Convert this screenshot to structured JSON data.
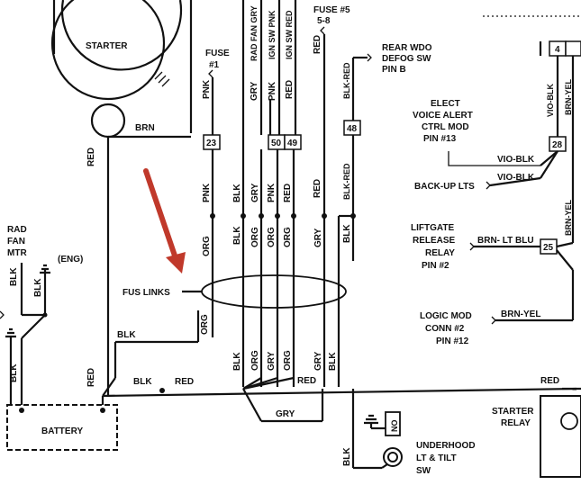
{
  "components": {
    "starter": "STARTER",
    "battery": "BATTERY",
    "starter_relay": [
      "STARTER",
      "RELAY"
    ],
    "rad_fan_mtr": [
      "RAD",
      "FAN",
      "MTR"
    ],
    "eng_ground": "(ENG)",
    "fuse1": [
      "FUSE",
      "#1"
    ],
    "fuse5": [
      "FUSE #5",
      "5-8"
    ],
    "fus_links": "FUS LINKS",
    "rear_wdo": [
      "REAR WDO",
      "DEFOG SW",
      "PIN B"
    ],
    "elect_voice": [
      "ELECT",
      "VOICE ALERT",
      "CTRL MOD",
      "PIN #13"
    ],
    "backup_lts": "BACK-UP LTS",
    "liftgate": [
      "LIFTGATE",
      "RELEASE",
      "RELAY",
      "PIN #2"
    ],
    "logic_mod": [
      "LOGIC MOD",
      "CONN #2",
      "PIN #12"
    ],
    "underhood": [
      "UNDERHOOD",
      "LT & TILT",
      "SW"
    ],
    "no_label": "NO"
  },
  "connectors": [
    "23",
    "50",
    "49",
    "48",
    "28",
    "25",
    "4"
  ],
  "wire_labels": {
    "brn": "BRN",
    "red": "RED",
    "blk": "BLK",
    "pnk": "PNK",
    "org": "ORG",
    "gry": "GRY",
    "blk_red": "BLK-RED",
    "rad_fan_gry": "RAD FAN GRY",
    "ign_sw_pnk": "IGN SW PNK",
    "ign_sw_red": "IGN SW RED",
    "vio_blk": "VIO-BLK",
    "brn_yel": "BRN-YEL",
    "brn_lt_blu": "BRN- LT BLU"
  },
  "colors": {
    "ink": "#111111",
    "arrow": "#c0392b",
    "paper": "#ffffff"
  }
}
